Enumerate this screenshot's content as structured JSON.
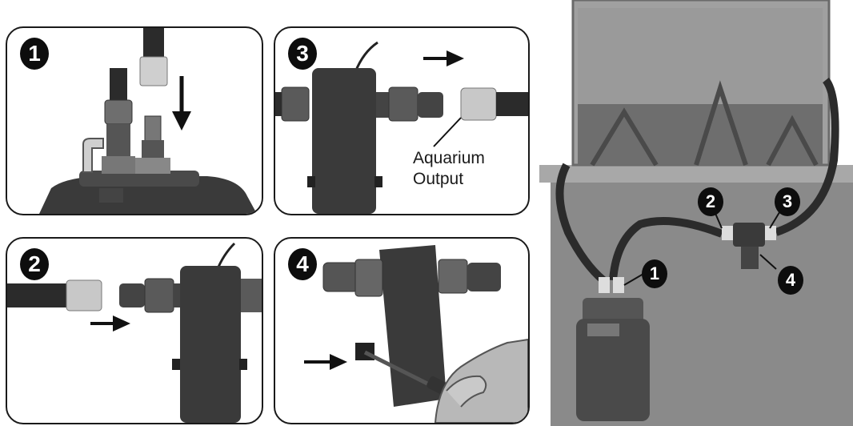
{
  "steps": [
    {
      "number": "1"
    },
    {
      "number": "2"
    },
    {
      "number": "3",
      "caption_line1": "Aquarium",
      "caption_line2": "Output"
    },
    {
      "number": "4"
    }
  ],
  "overview_callouts": [
    "1",
    "2",
    "3",
    "4"
  ],
  "colors": {
    "border": "#1a1a1a",
    "badge": "#0d0d0d",
    "hose": "#2b2b2b",
    "filter_body": "#3a3a3a",
    "fitting_light": "#bdbdbd",
    "cabinet": "#8a8a8a",
    "tank_water": "#9a9a9a"
  },
  "icons": [
    "arrow-down-icon",
    "arrow-right-icon",
    "screwdriver-icon",
    "hand-icon"
  ]
}
